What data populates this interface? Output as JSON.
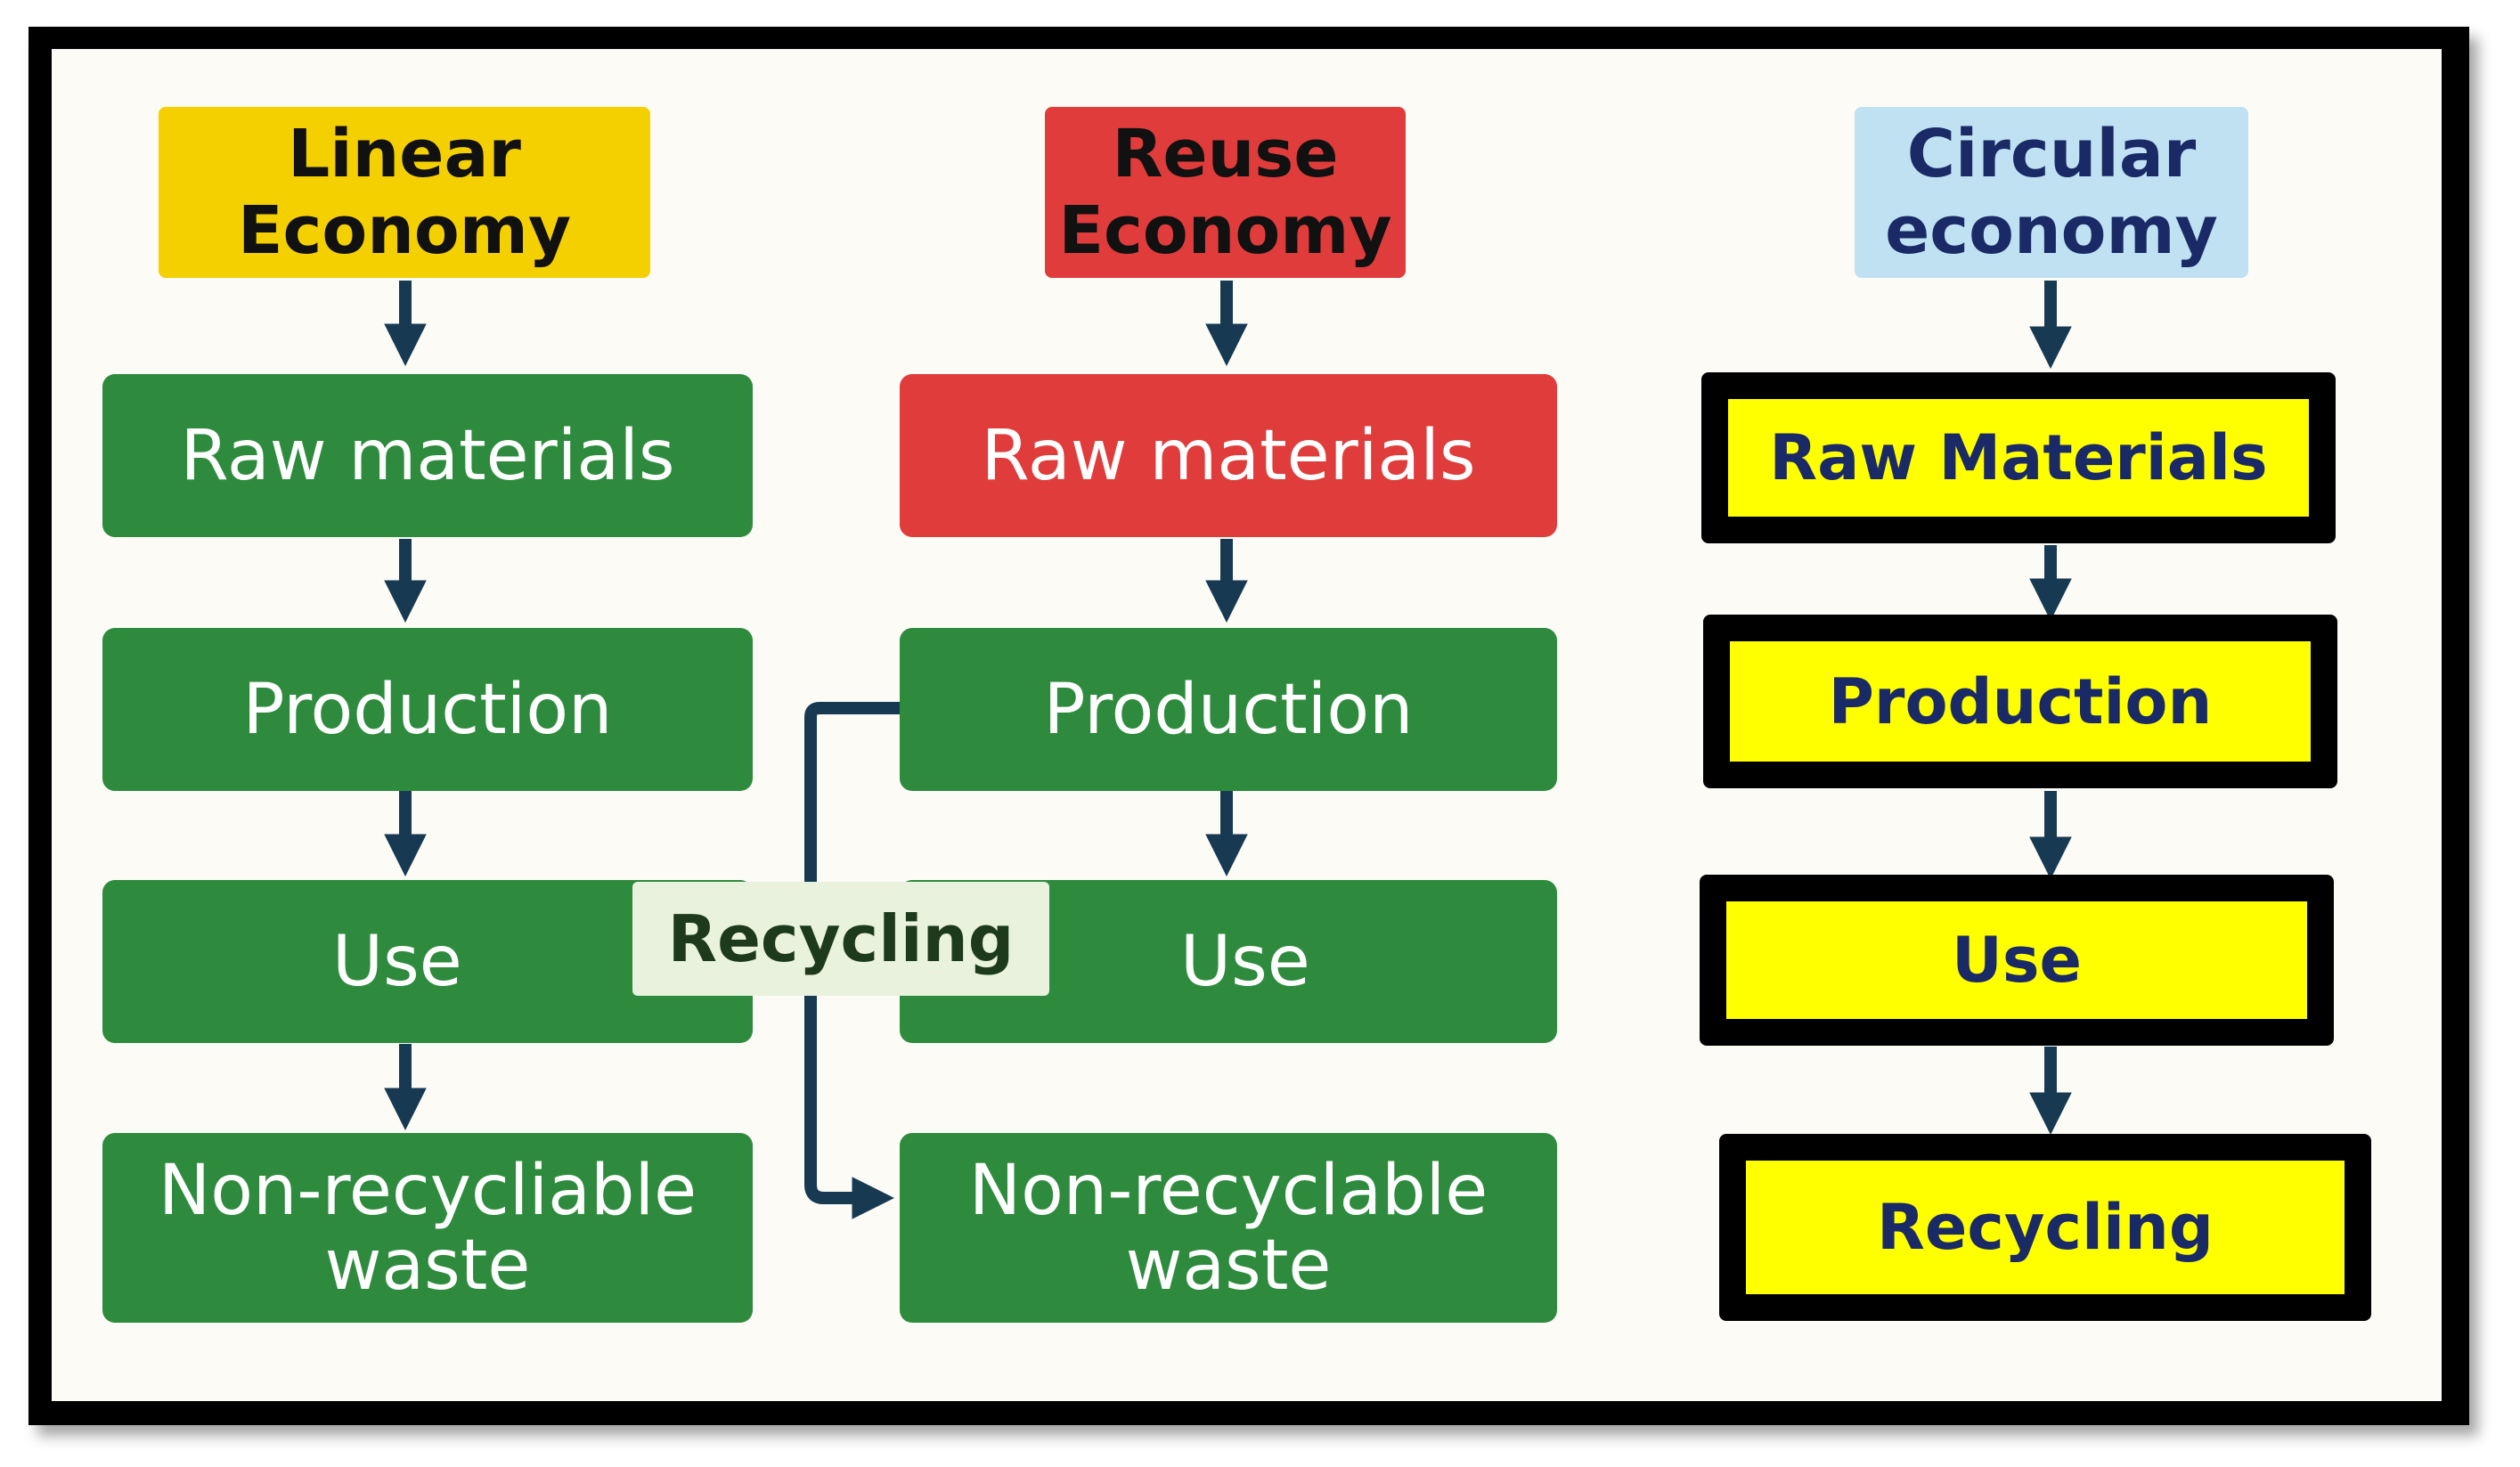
{
  "columns": {
    "linear": {
      "title": "Linear\nEconomy",
      "color": "#f5d000",
      "steps": [
        "Raw materials",
        "Production",
        "Use",
        "Non-recycliable\nwaste"
      ]
    },
    "reuse": {
      "title": "Reuse\nEconomy",
      "color": "#e03c3c",
      "steps": [
        "Raw materials",
        "Production",
        "Use",
        "Non-recyclable\nwaste"
      ],
      "loop_label": "Recycling"
    },
    "circular": {
      "title": "Circular\neconomy",
      "color": "#bfe1f2",
      "steps": [
        "Raw Materials",
        "Production",
        "Use",
        "Recycling"
      ]
    }
  },
  "colors": {
    "step_green": "#2e8b3e",
    "step_red": "#e03c3c",
    "step_yellow": "#ffff00",
    "arrow": "#173a52",
    "circular_text": "#1a2a66"
  }
}
